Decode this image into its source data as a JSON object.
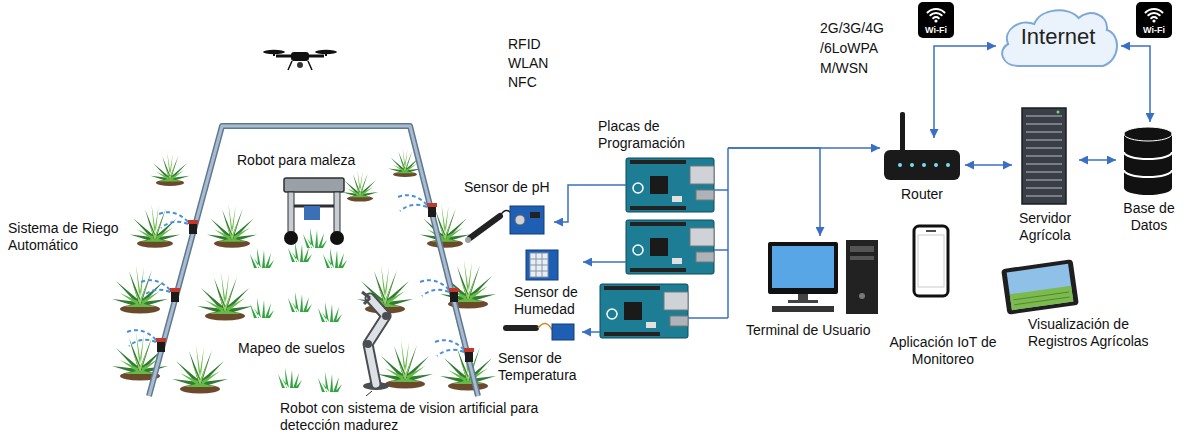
{
  "diagram": {
    "nodes": [
      {
        "text": [
          "Placas de Programación"
        ]
      },
      {
        "text": [
          "Sensor de pH"
        ]
      },
      {
        "text": [
          "Sensor de Humedad"
        ]
      },
      {
        "text": [
          "Sensor de Temperatura"
        ]
      },
      {
        "text": [
          "Terminal de Usuario"
        ]
      },
      {
        "text": [
          "Router"
        ]
      },
      {
        "text": [
          "Internet"
        ]
      },
      {
        "text": [
          "Servidor Agrícola"
        ]
      },
      {
        "text": [
          "Base de Datos"
        ]
      },
      {
        "text": [
          "Aplicación IoT de Monitoreo"
        ]
      },
      {
        "text": [
          "Visualización de Registros Agrícolas"
        ]
      },
      {
        "text": [
          "Wi-Fi"
        ]
      },
      {
        "text": [
          "Wi-Fi"
        ]
      }
    ],
    "edges": [
      {
        "from": 0,
        "to": 1,
        "arrow": "to"
      },
      {
        "from": 0,
        "to": 2,
        "arrow": "to"
      },
      {
        "from": 0,
        "to": 3,
        "arrow": "to"
      },
      {
        "from": 0,
        "to": 4,
        "arrow": "to"
      },
      {
        "from": 0,
        "to": 5,
        "arrow": "to"
      },
      {
        "from": 5,
        "to": 6,
        "arrow": "both"
      },
      {
        "from": 5,
        "to": 7,
        "arrow": "both"
      },
      {
        "from": 7,
        "to": 8,
        "arrow": "both"
      },
      {
        "from": 6,
        "to": 8,
        "arrow": "both"
      }
    ],
    "labels": [
      "RFID",
      "WLAN",
      "NFC",
      "2G/3G/4G",
      "/6LoWPA",
      "M/WSN",
      "Robot para maleza",
      "Sistema de Riego Automático",
      "Mapeo de suelos",
      "Robot con sistema de vision artificial para detección madurez"
    ]
  }
}
